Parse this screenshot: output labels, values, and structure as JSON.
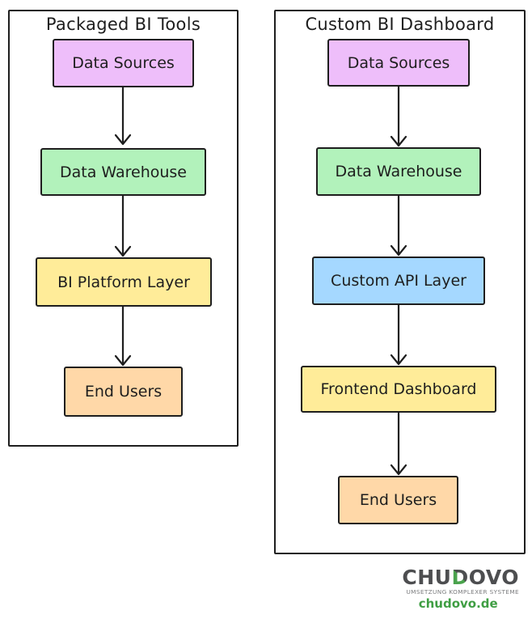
{
  "diagram": {
    "stroke_color": "#1e1e1e",
    "background": "#ffffff",
    "panels": [
      {
        "title": "Packaged BI Tools",
        "boxes": [
          {
            "label": "Data Sources",
            "fill": "#eebefa"
          },
          {
            "label": "Data Warehouse",
            "fill": "#b2f2bb"
          },
          {
            "label": "BI Platform Layer",
            "fill": "#ffec99"
          },
          {
            "label": "End Users",
            "fill": "#ffd8a8"
          }
        ]
      },
      {
        "title": "Custom BI Dashboard",
        "boxes": [
          {
            "label": "Data Sources",
            "fill": "#eebefa"
          },
          {
            "label": "Data Warehouse",
            "fill": "#b2f2bb"
          },
          {
            "label": "Custom API Layer",
            "fill": "#a5d8ff"
          },
          {
            "label": "Frontend Dashboard",
            "fill": "#ffec99"
          },
          {
            "label": "End Users",
            "fill": "#ffd8a8"
          }
        ]
      }
    ]
  },
  "branding": {
    "logo_part_left": "CHU",
    "logo_part_d": "D",
    "logo_part_right": "OVO",
    "tagline": "UMSETZUNG KOMPLEXER SYSTEME",
    "website": "chudovo.de",
    "logo_color": "#4d4e50",
    "logo_accent_green": "#4aa34d",
    "tagline_color": "#7b7c7e",
    "website_color": "#3f9e43"
  }
}
